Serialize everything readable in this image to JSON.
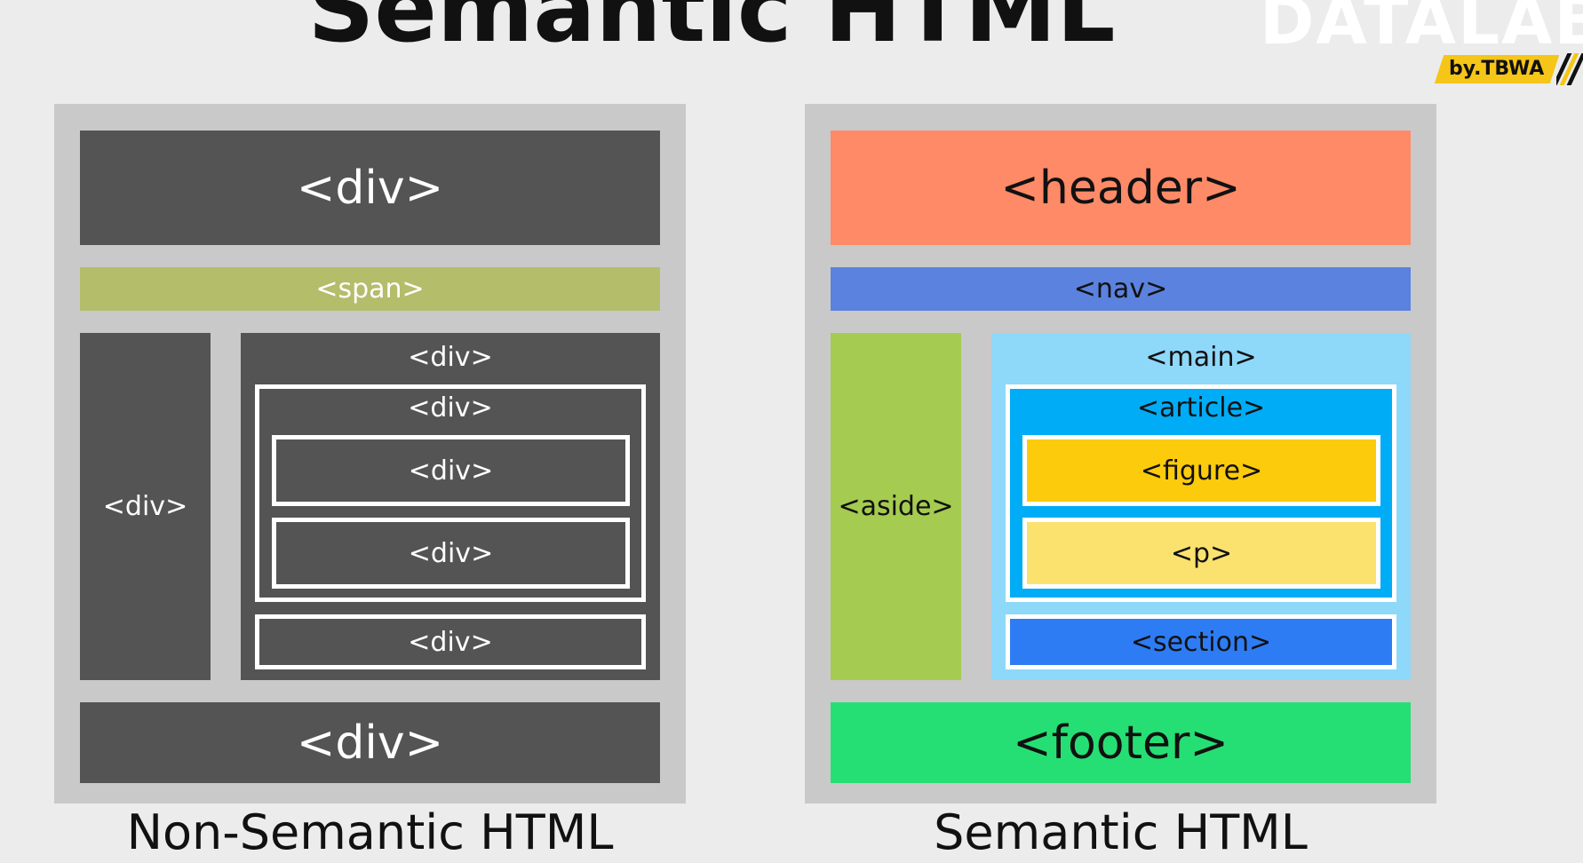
{
  "title": "Semantic HTML",
  "logo": {
    "wordmark": "DATALAB",
    "badge": "by.TBWA"
  },
  "non_semantic": {
    "caption": "Non-Semantic HTML",
    "top": "<div>",
    "span": "<span>",
    "left": "<div>",
    "main": "<div>",
    "inner_outer": "<div>",
    "inner_1": "<div>",
    "inner_2": "<div>",
    "bottom_inner": "<div>",
    "footer": "<div>"
  },
  "semantic": {
    "caption": "Semantic HTML",
    "header": "<header>",
    "nav": "<nav>",
    "aside": "<aside>",
    "main": "<main>",
    "article": "<article>",
    "figure": "<figure>",
    "p": "<p>",
    "section": "<section>",
    "footer": "<footer>"
  },
  "colors": {
    "panel": "#c9c9c9",
    "div": "#545454",
    "span": "#b3bd6a",
    "header": "#ff8a68",
    "nav": "#5b82de",
    "aside": "#a5cb50",
    "main": "#8ed8fa",
    "article": "#00acf5",
    "figure": "#fccb0b",
    "p": "#fbe26f",
    "section": "#2e7cf4",
    "footer": "#26df74"
  }
}
